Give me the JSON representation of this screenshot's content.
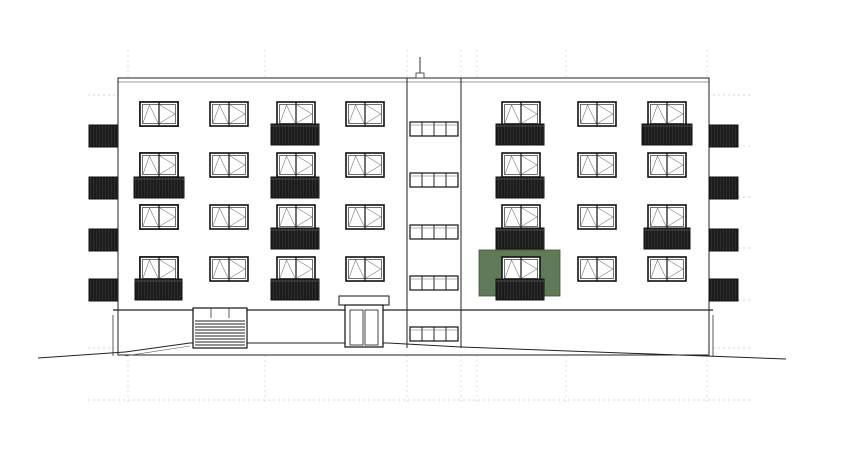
{
  "drawing": {
    "type": "building-facade-elevation",
    "floors": 4,
    "stairwell": {
      "floors": 5
    },
    "highlighted_unit": {
      "floor": 1,
      "color": "#5f7a58"
    }
  }
}
